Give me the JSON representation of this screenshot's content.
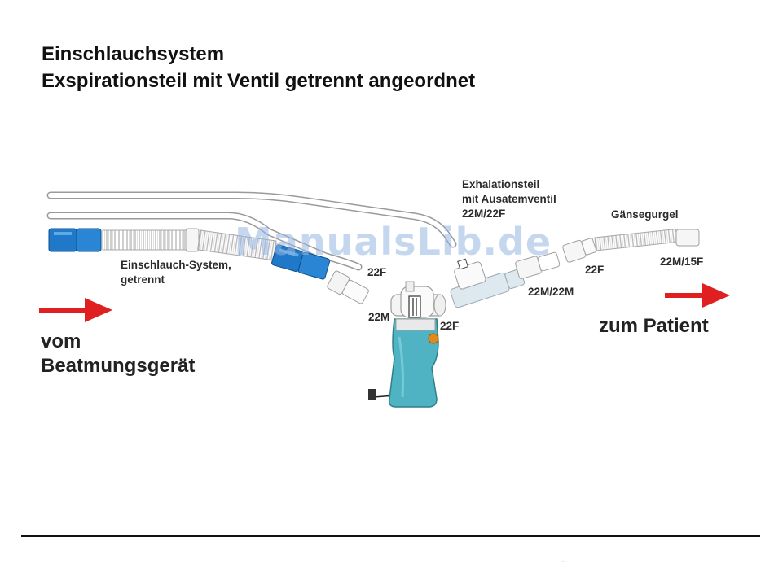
{
  "title": {
    "line1": "Einschlauchsystem",
    "line2": "Exspirationsteil mit Ventil getrennt angeordnet"
  },
  "labels": {
    "einschlauch_line1": "Einschlauch-System,",
    "einschlauch_line2": "getrennt",
    "exhal_line1": "Exhalationsteil",
    "exhal_line2": "mit Ausatemventil",
    "exhal_line3": "22M/22F",
    "gaense": "Gänsegurgel",
    "c_22f_a": "22F",
    "c_22m": "22M",
    "c_22f_b": "22F",
    "c_22m22m": "22M/22M",
    "c_22f_c": "22F",
    "c_22m15f": "22M/15F",
    "vom_line1": "vom",
    "vom_line2": "Beatmungsgerät",
    "zum": "zum Patient"
  },
  "watermark": "ManualsLib.de",
  "footer": {
    "dot": "."
  },
  "colors": {
    "arrow": "#e02020",
    "tube_blue": "#1f78c8",
    "device_teal": "#4fb3c4",
    "accent_orange": "#e08a1e",
    "tube_outline": "#a8a8a8"
  }
}
